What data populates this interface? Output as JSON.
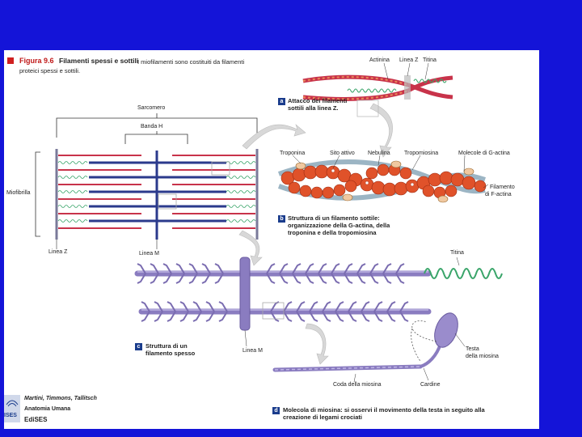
{
  "figure": {
    "number": "Figura 9.6",
    "title": "Filamenti spessi e sottili",
    "description_line1": "I miofilamenti sono costituiti da filamenti",
    "description_line2": "proteici spessi e sottili."
  },
  "labels": {
    "sarcomero": "Sarcomero",
    "banda_h": "Banda H",
    "miofibrilla": "Miofibrilla",
    "linea_z": "Linea Z",
    "linea_m_top": "Linea M",
    "actinina": "Actinina",
    "linea_z_top": "Linea Z",
    "titina_top": "Titina",
    "troponina": "Troponina",
    "sito_attivo": "Sito attivo",
    "nebulina": "Nebulina",
    "tropomiosina": "Tropomiosina",
    "molecole_g_actina": "Molecole di G-actina",
    "filamento_f_actina_1": "Filamento",
    "filamento_f_actina_2": "di F-actina",
    "titina_mid": "Titina",
    "linea_m_bottom": "Linea M",
    "testa_miosina_1": "Testa",
    "testa_miosina_2": "della miosina",
    "coda_miosina": "Coda della miosina",
    "cardine": "Cardine"
  },
  "captions": {
    "a": {
      "letter": "a",
      "text": "Attacco dei filamenti sottili alla linea Z."
    },
    "b": {
      "letter": "b",
      "text": "Struttura di un filamento sottile: organizzazione della G-actina, della troponina e della tropomiosina"
    },
    "c": {
      "letter": "c",
      "text": "Struttura di un filamento spesso"
    },
    "d": {
      "letter": "d",
      "text": "Molecola di miosina: si osservi il movimento della testa in seguito alla creazione di legami crociati"
    }
  },
  "publisher": {
    "authors": "Martini, Timmons, Tallitsch",
    "book": "Anatomia Umana",
    "name": "EdiSES",
    "logo_text": "ISES"
  },
  "colors": {
    "background": "#1414d8",
    "thick_filament": "#2b3a8c",
    "thin_filament": "#c8334a",
    "actin_bead": "#e0522a",
    "myosin": "#8a7cc0",
    "titin": "#3aa56a",
    "badge": "#1a3c8c"
  }
}
